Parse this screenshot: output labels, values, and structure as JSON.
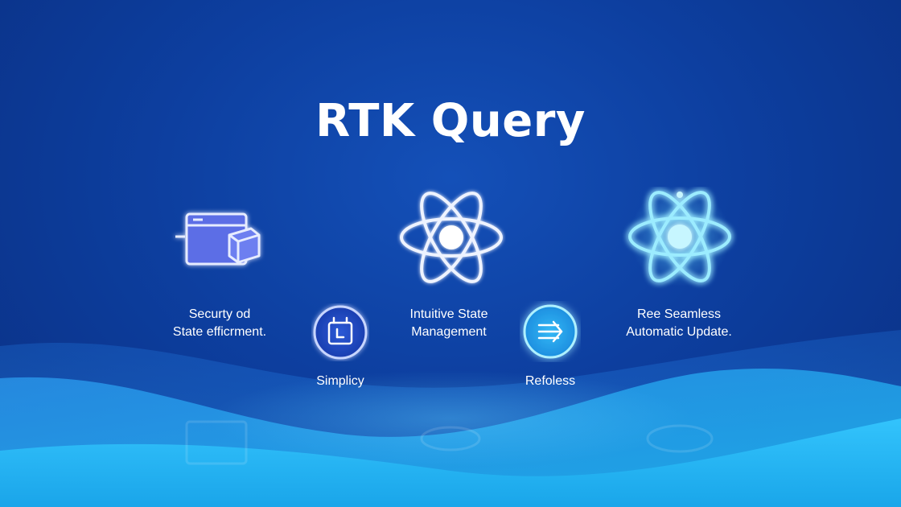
{
  "header": {
    "title": "RTK Query"
  },
  "features": [
    {
      "icon": "browser-window-cube-icon",
      "lines": [
        "Securty od",
        "State efficrment."
      ]
    },
    {
      "icon": "robot-box-icon",
      "lines": [
        "Simplicy"
      ]
    },
    {
      "icon": "react-atom-icon",
      "lines": [
        "Intuitive State",
        "Management"
      ]
    },
    {
      "icon": "arrows-right-icon",
      "lines": [
        "Refoless"
      ]
    },
    {
      "icon": "glowing-atom-icon",
      "lines": [
        "Ree Seamless",
        "Automatic Update."
      ]
    }
  ],
  "colors": {
    "background": "#0d3fa0",
    "icon_glow": "#7ec8ff",
    "wave_light": "#29b6f6",
    "text": "#ffffff"
  }
}
